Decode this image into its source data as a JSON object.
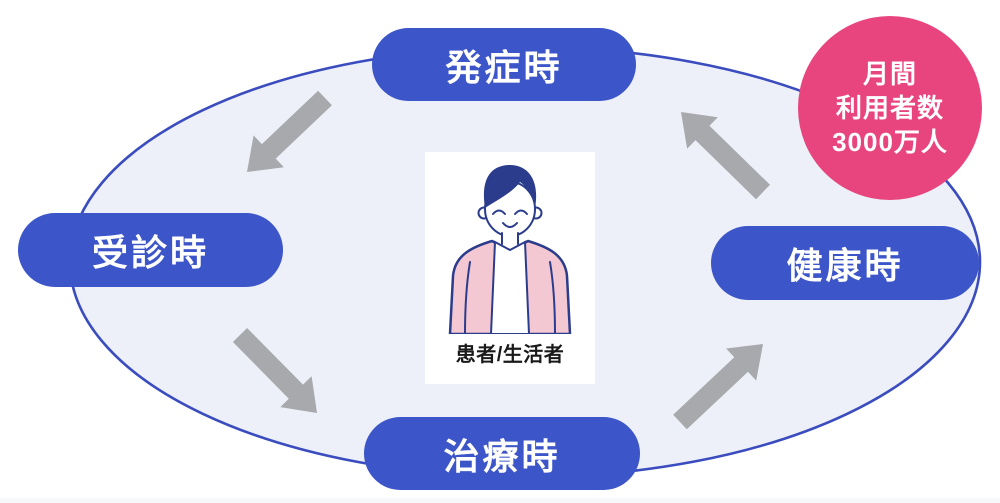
{
  "diagram": {
    "type": "cycle",
    "stages": [
      {
        "id": "onset",
        "label": "発症時",
        "position": "top"
      },
      {
        "id": "consultation",
        "label": "受診時",
        "position": "left"
      },
      {
        "id": "treatment",
        "label": "治療時",
        "position": "bottom"
      },
      {
        "id": "healthy",
        "label": "健康時",
        "position": "right"
      }
    ],
    "flow_order": [
      "発症時",
      "受診時",
      "治療時",
      "健康時"
    ],
    "center": {
      "label": "患者/生活者"
    },
    "badge": {
      "lines": [
        "月間",
        "利用者数",
        "3000万人"
      ]
    },
    "colors": {
      "pill_blue": "#3c55c8",
      "ellipse_stroke": "#3a4cbe",
      "ellipse_fill": "#edf0f8",
      "arrow_gray": "#a7a9ad",
      "badge_pink": "#e8457e",
      "ill_navy": "#2c3c8c",
      "ill_pink": "#f4c8d2",
      "caption_color": "#1a1a1a"
    }
  }
}
